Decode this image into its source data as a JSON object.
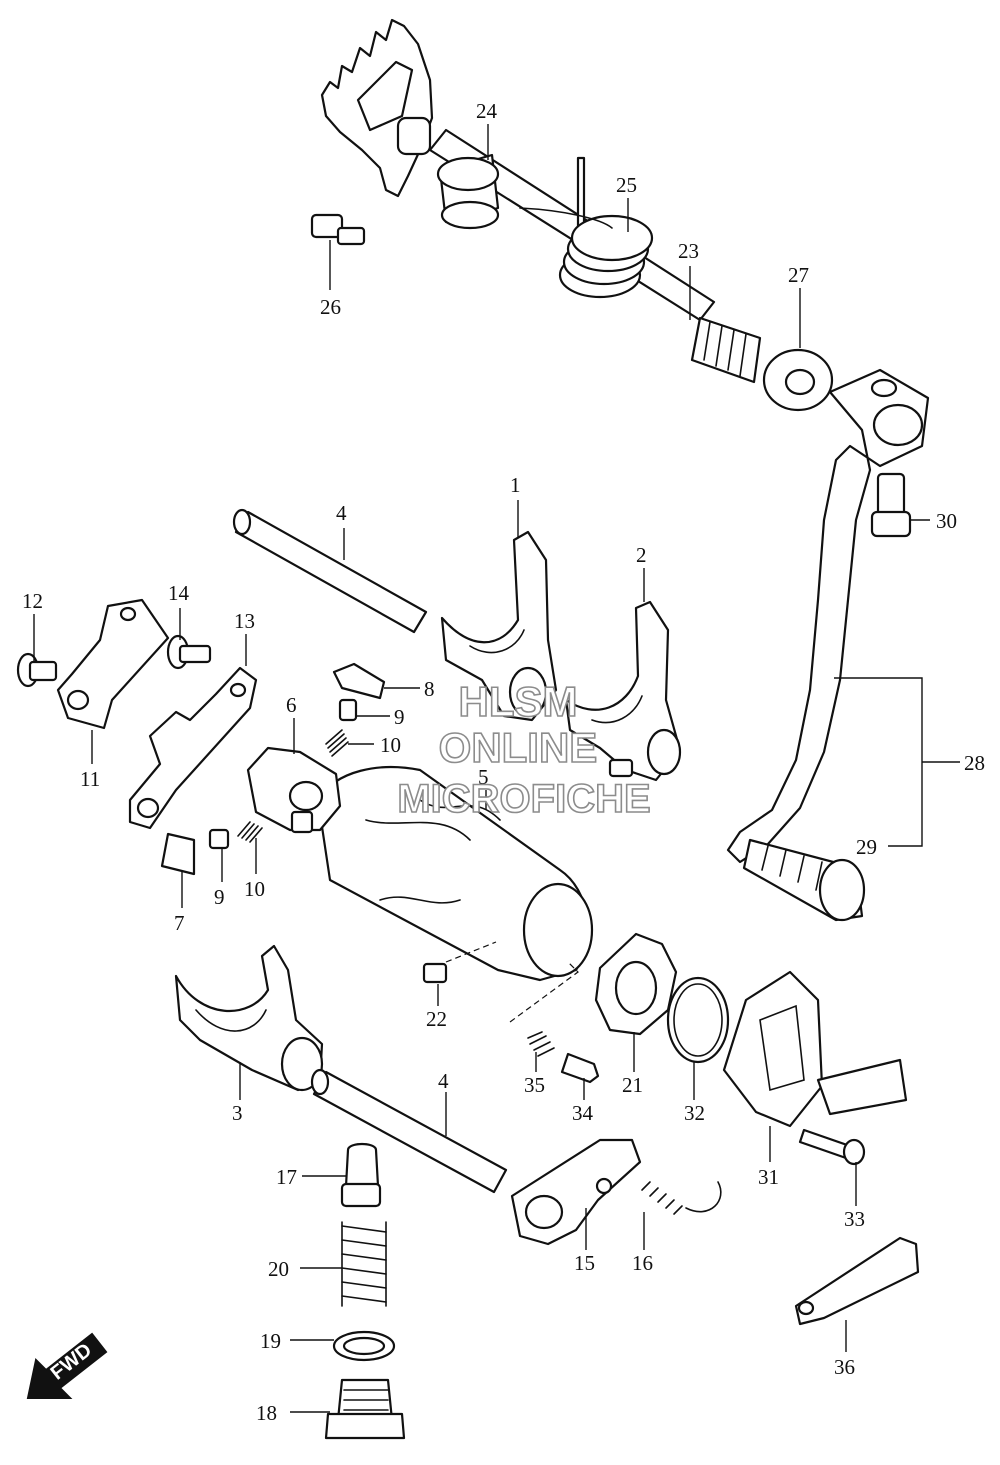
{
  "diagram": {
    "callouts": [
      "1",
      "2",
      "3",
      "4",
      "4",
      "5",
      "6",
      "7",
      "8",
      "9",
      "9",
      "10",
      "10",
      "11",
      "12",
      "13",
      "14",
      "15",
      "16",
      "17",
      "18",
      "19",
      "20",
      "21",
      "22",
      "23",
      "24",
      "25",
      "26",
      "27",
      "28",
      "29",
      "30",
      "31",
      "32",
      "33",
      "34",
      "35",
      "36"
    ],
    "direction_badge": {
      "label": "FWD",
      "icon": "arrow-down-left-icon"
    },
    "watermark": {
      "line1": "HLSM",
      "line2": "ONLINE",
      "line3": "MICROFICHE"
    },
    "colors": {
      "ink": "#111111",
      "paper": "#ffffff",
      "watermark": "#8c8c8c"
    }
  }
}
